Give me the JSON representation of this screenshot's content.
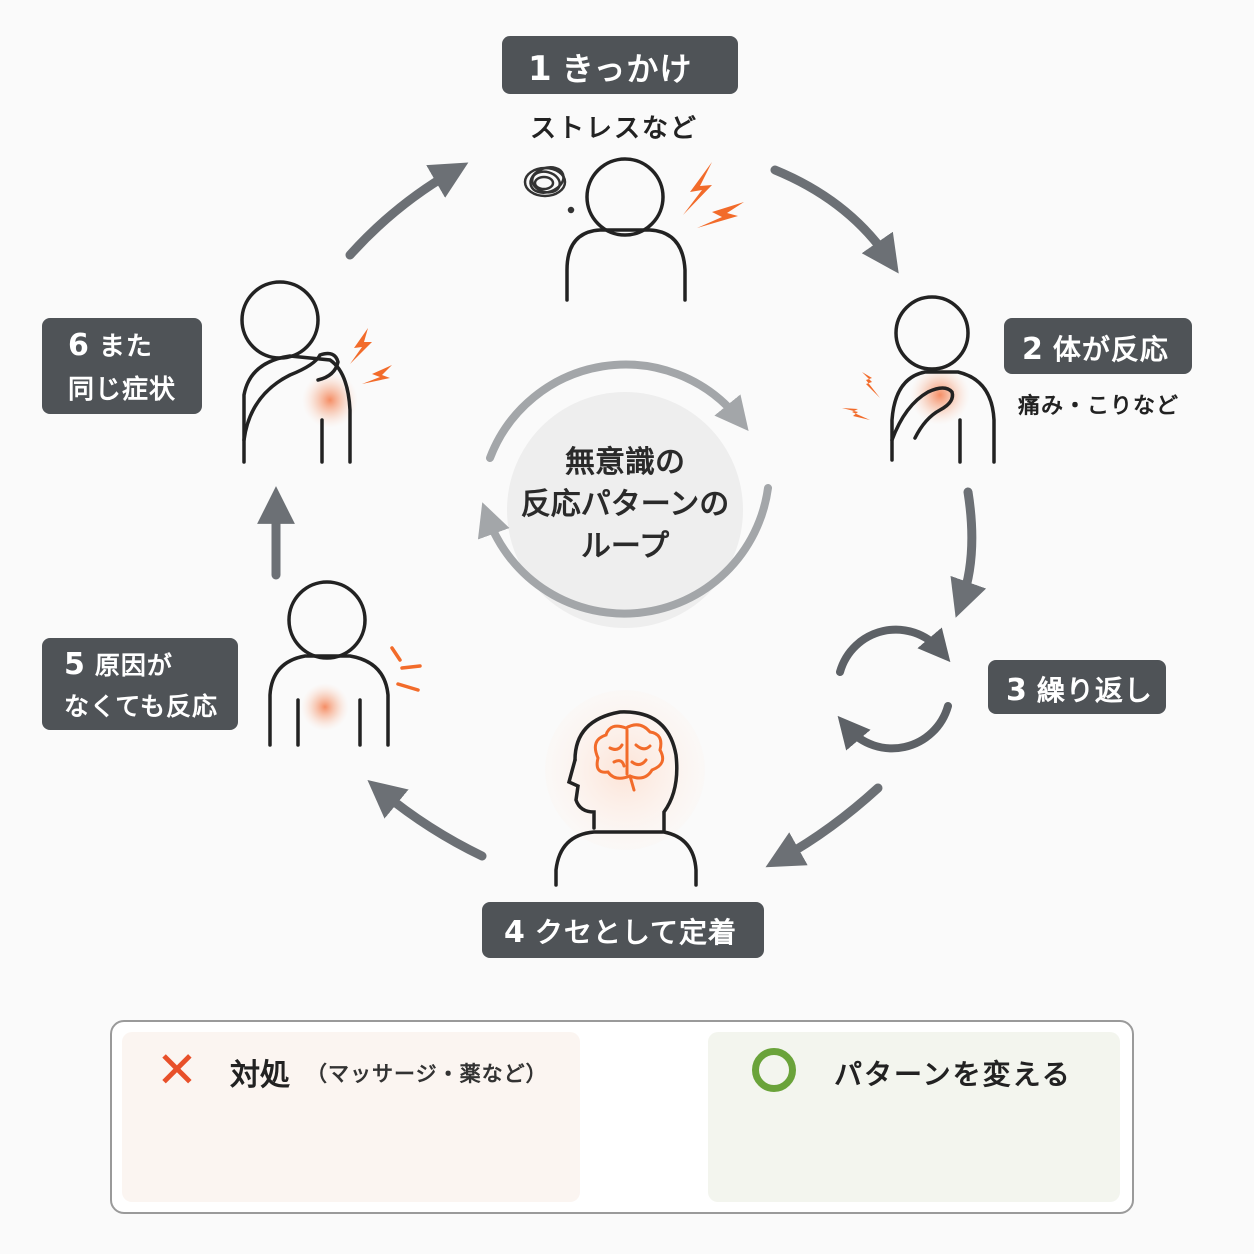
{
  "steps": [
    {
      "num": "1",
      "label": "きっかけ",
      "sub": "ストレスなど"
    },
    {
      "num": "2",
      "label": "体が反応",
      "sub": "痛み・こりなど"
    },
    {
      "num": "3",
      "label": "繰り返し"
    },
    {
      "num": "4",
      "label": "クセとして定着"
    },
    {
      "num": "5",
      "label_line1": "原因が",
      "label_line2": "なくても反応"
    },
    {
      "num": "6",
      "label_line1": "また",
      "label_line2": "同じ症状"
    }
  ],
  "center": {
    "line1": "無意識の",
    "line2": "反応パターンの",
    "line3": "ループ"
  },
  "bottom": {
    "bad_mark": "✕",
    "bad_title": "対処",
    "bad_note": "（マッサージ・薬など）",
    "good_mark": "○",
    "good_title": "パターンを変える"
  },
  "colors": {
    "badge": "#4f5357",
    "arrow": "#6c7075",
    "accent": "#f26b2a",
    "good": "#6aa33a",
    "bad": "#e8502a"
  },
  "icons": [
    "stress-scribble-icon",
    "lightning-icon",
    "brain-icon",
    "cycle-arrows-icon",
    "massage-hands-icon",
    "pill-capsule-icon",
    "tablet-icon"
  ]
}
